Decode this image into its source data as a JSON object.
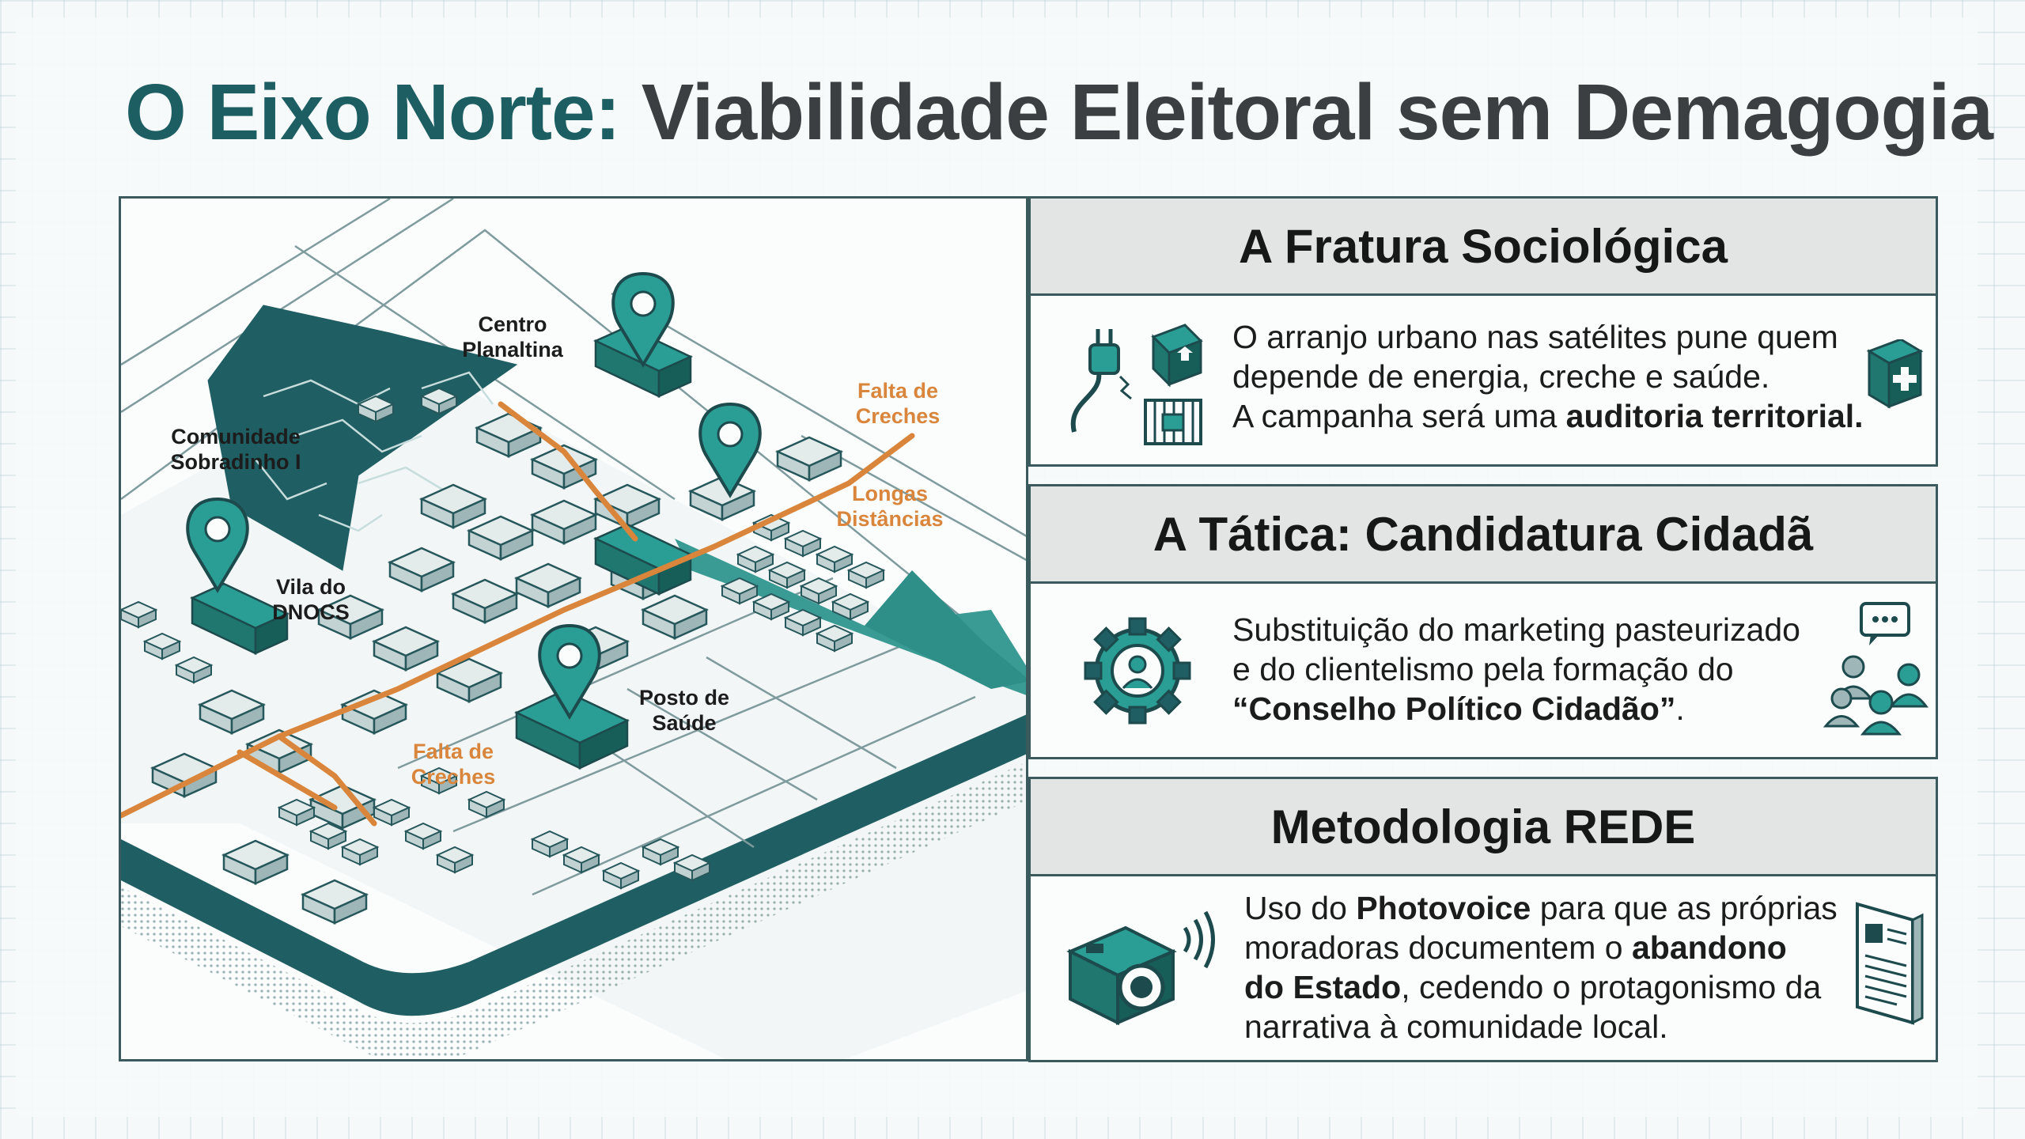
{
  "title": {
    "part1": "O Eixo Norte:",
    "part2": "Viabilidade Eleitoral sem Demagogia"
  },
  "map": {
    "labels": {
      "centro": "Centro\nPlanaltina",
      "comunidade": "Comunidade\nSobradinho I",
      "vila": "Vila do\nDNOCS",
      "posto": "Posto de\nSaúde",
      "falta1": "Falta de\nCreches",
      "longas": "Longas\nDistâncias",
      "falta2": "Falta de\nCreches"
    }
  },
  "cards": [
    {
      "heading": "A Fratura Sociológica",
      "text_lines": [
        "O arranjo urbano nas satélites pune quem",
        "depende de energia, creche e saúde."
      ],
      "text_prefix": "A campanha será uma ",
      "text_bold": "auditoria territorial.",
      "icons": [
        "plug-icon",
        "house-icon",
        "gate-icon",
        "medical-cross-icon"
      ]
    },
    {
      "heading": "A Tática: Candidatura Cidadã",
      "text_lines": [
        "Substituição do marketing pasteurizado",
        "e do clientelismo pela formação do"
      ],
      "text_bold": "“Conselho Político Cidadão”",
      "text_suffix": ".",
      "icons": [
        "gear-person-icon",
        "community-chat-icon"
      ]
    },
    {
      "heading": "Metodologia REDE",
      "t1": "Uso do ",
      "b1": "Photovoice",
      "t2": " para que as próprias",
      "t3": "moradoras documentem o ",
      "b2": "abandono",
      "b3": "do Estado",
      "t4": ", cedendo o protagonismo da",
      "t5": "narrativa à comunidade local.",
      "icons": [
        "camera-icon",
        "document-icon"
      ]
    }
  ],
  "colors": {
    "teal": "#1d5e62",
    "teal_light": "#2a9d95",
    "orange": "#d9853b",
    "header_bg": "#e3e5e5"
  }
}
